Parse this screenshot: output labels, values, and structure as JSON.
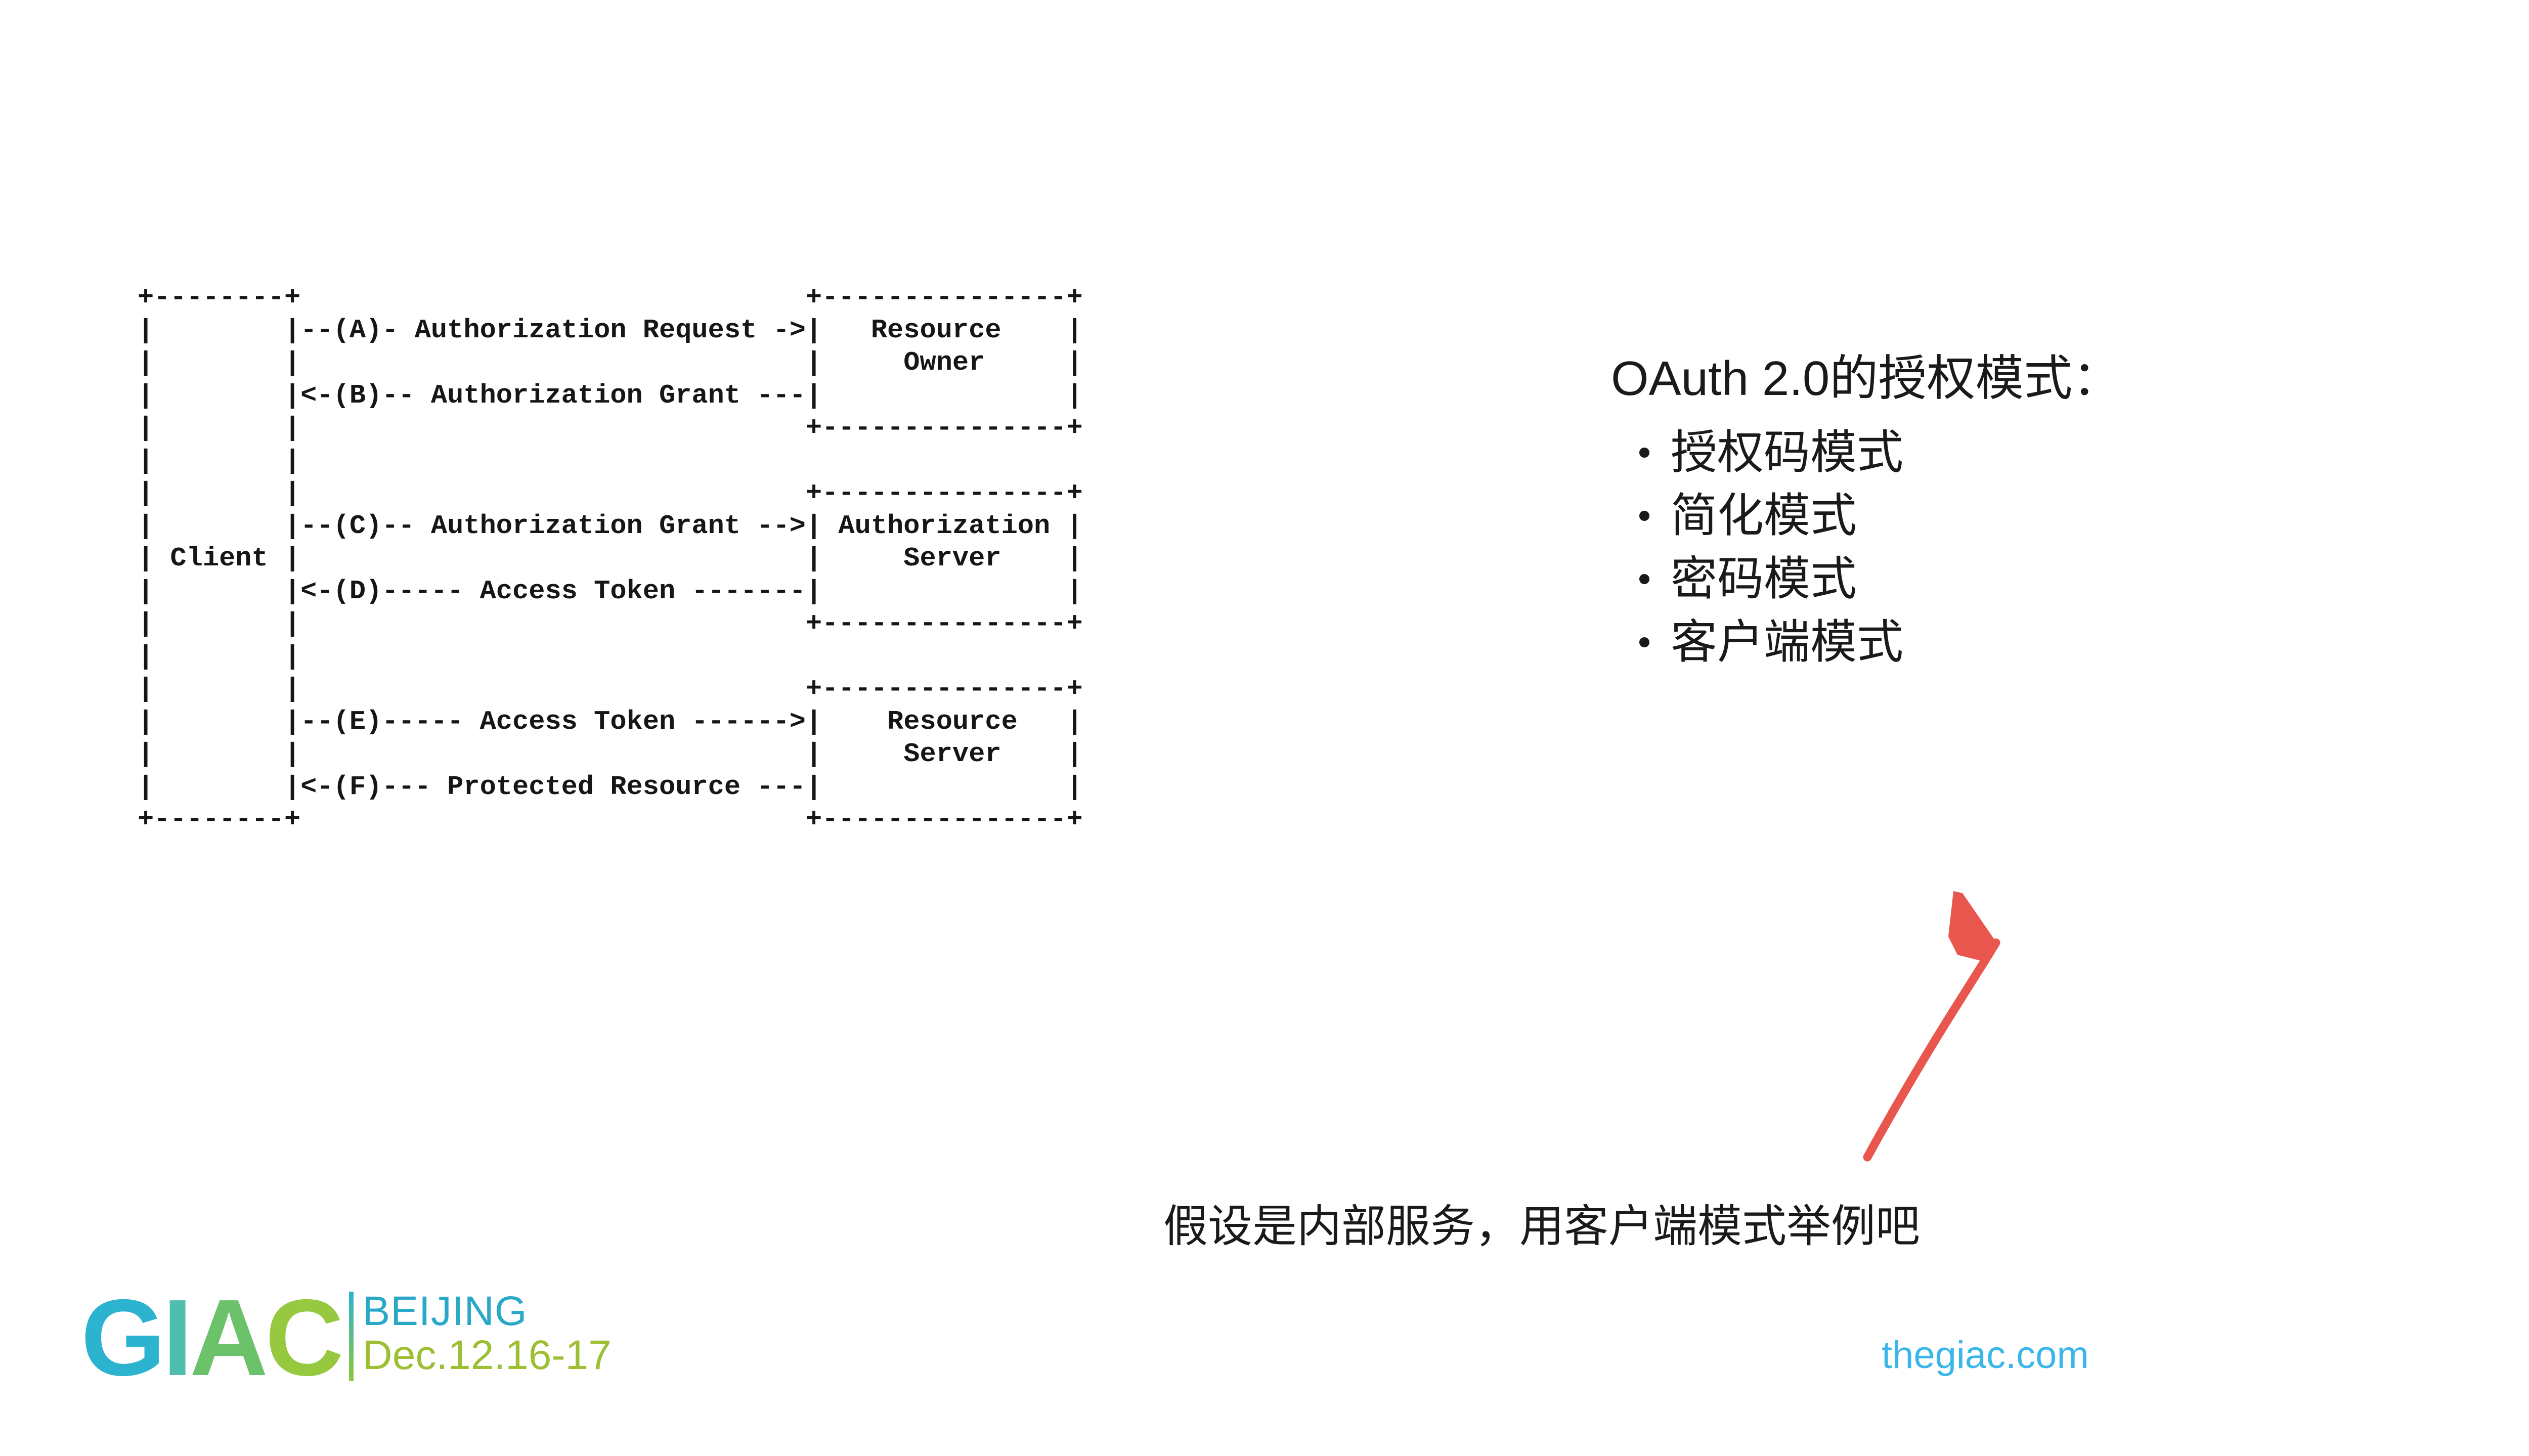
{
  "slide": {
    "background_color": "#ffffff",
    "text_color": "#1a1a1a"
  },
  "diagram": {
    "kind": "ascii-art",
    "name": "oauth2-abstract-protocol-flow",
    "nodes": [
      "Client",
      "Resource Owner",
      "Authorization Server",
      "Resource Server"
    ],
    "steps": [
      {
        "tag": "(A)",
        "label": "Authorization Request",
        "direction": "right",
        "from": "Client",
        "to": "Resource Owner"
      },
      {
        "tag": "(B)",
        "label": "Authorization Grant",
        "direction": "left",
        "from": "Resource Owner",
        "to": "Client"
      },
      {
        "tag": "(C)",
        "label": "Authorization Grant",
        "direction": "right",
        "from": "Client",
        "to": "Authorization Server"
      },
      {
        "tag": "(D)",
        "label": "Access Token",
        "direction": "left",
        "from": "Authorization Server",
        "to": "Client"
      },
      {
        "tag": "(E)",
        "label": "Access Token",
        "direction": "right",
        "from": "Client",
        "to": "Resource Server"
      },
      {
        "tag": "(F)",
        "label": "Protected Resource",
        "direction": "left",
        "from": "Resource Server",
        "to": "Client"
      }
    ],
    "ascii": "+--------+                               +---------------+\n|        |--(A)- Authorization Request ->|   Resource    |\n|        |                               |     Owner     |\n|        |<-(B)-- Authorization Grant ---|               |\n|        |                               +---------------+\n|        |\n|        |                               +---------------+\n|        |--(C)-- Authorization Grant -->| Authorization |\n| Client |                               |     Server    |\n|        |<-(D)----- Access Token -------|               |\n|        |                               +---------------+\n|        |\n|        |                               +---------------+\n|        |--(E)----- Access Token ------>|    Resource   |\n|        |                               |     Server    |\n|        |<-(F)--- Protected Resource ---|               |\n+--------+                               +---------------+"
  },
  "content": {
    "title": "OAuth 2.0的授权模式：",
    "modes": [
      {
        "label": "授权码模式"
      },
      {
        "label": "简化模式"
      },
      {
        "label": "密码模式"
      },
      {
        "label": "客户端模式"
      }
    ],
    "caption": "假设是内部服务，用客户端模式举例吧"
  },
  "annotation": {
    "arrow": {
      "name": "red-hand-drawn-arrow",
      "color": "#e8564e",
      "points_from": "caption",
      "points_to": "客户端模式"
    }
  },
  "footer": {
    "logo": {
      "letters": [
        {
          "char": "G",
          "color": "#2bb3d0"
        },
        {
          "char": "I",
          "color": "#4fbeae"
        },
        {
          "char": "A",
          "color": "#6cc26a"
        },
        {
          "char": "C",
          "color": "#96c93f"
        }
      ],
      "city": "BEIJING",
      "city_color": "#2aa8c8",
      "date": "Dec.12.16-17",
      "date_color": "#9cbf33"
    },
    "site_url": "thegiac.com",
    "site_url_color": "#3ab6e8"
  }
}
